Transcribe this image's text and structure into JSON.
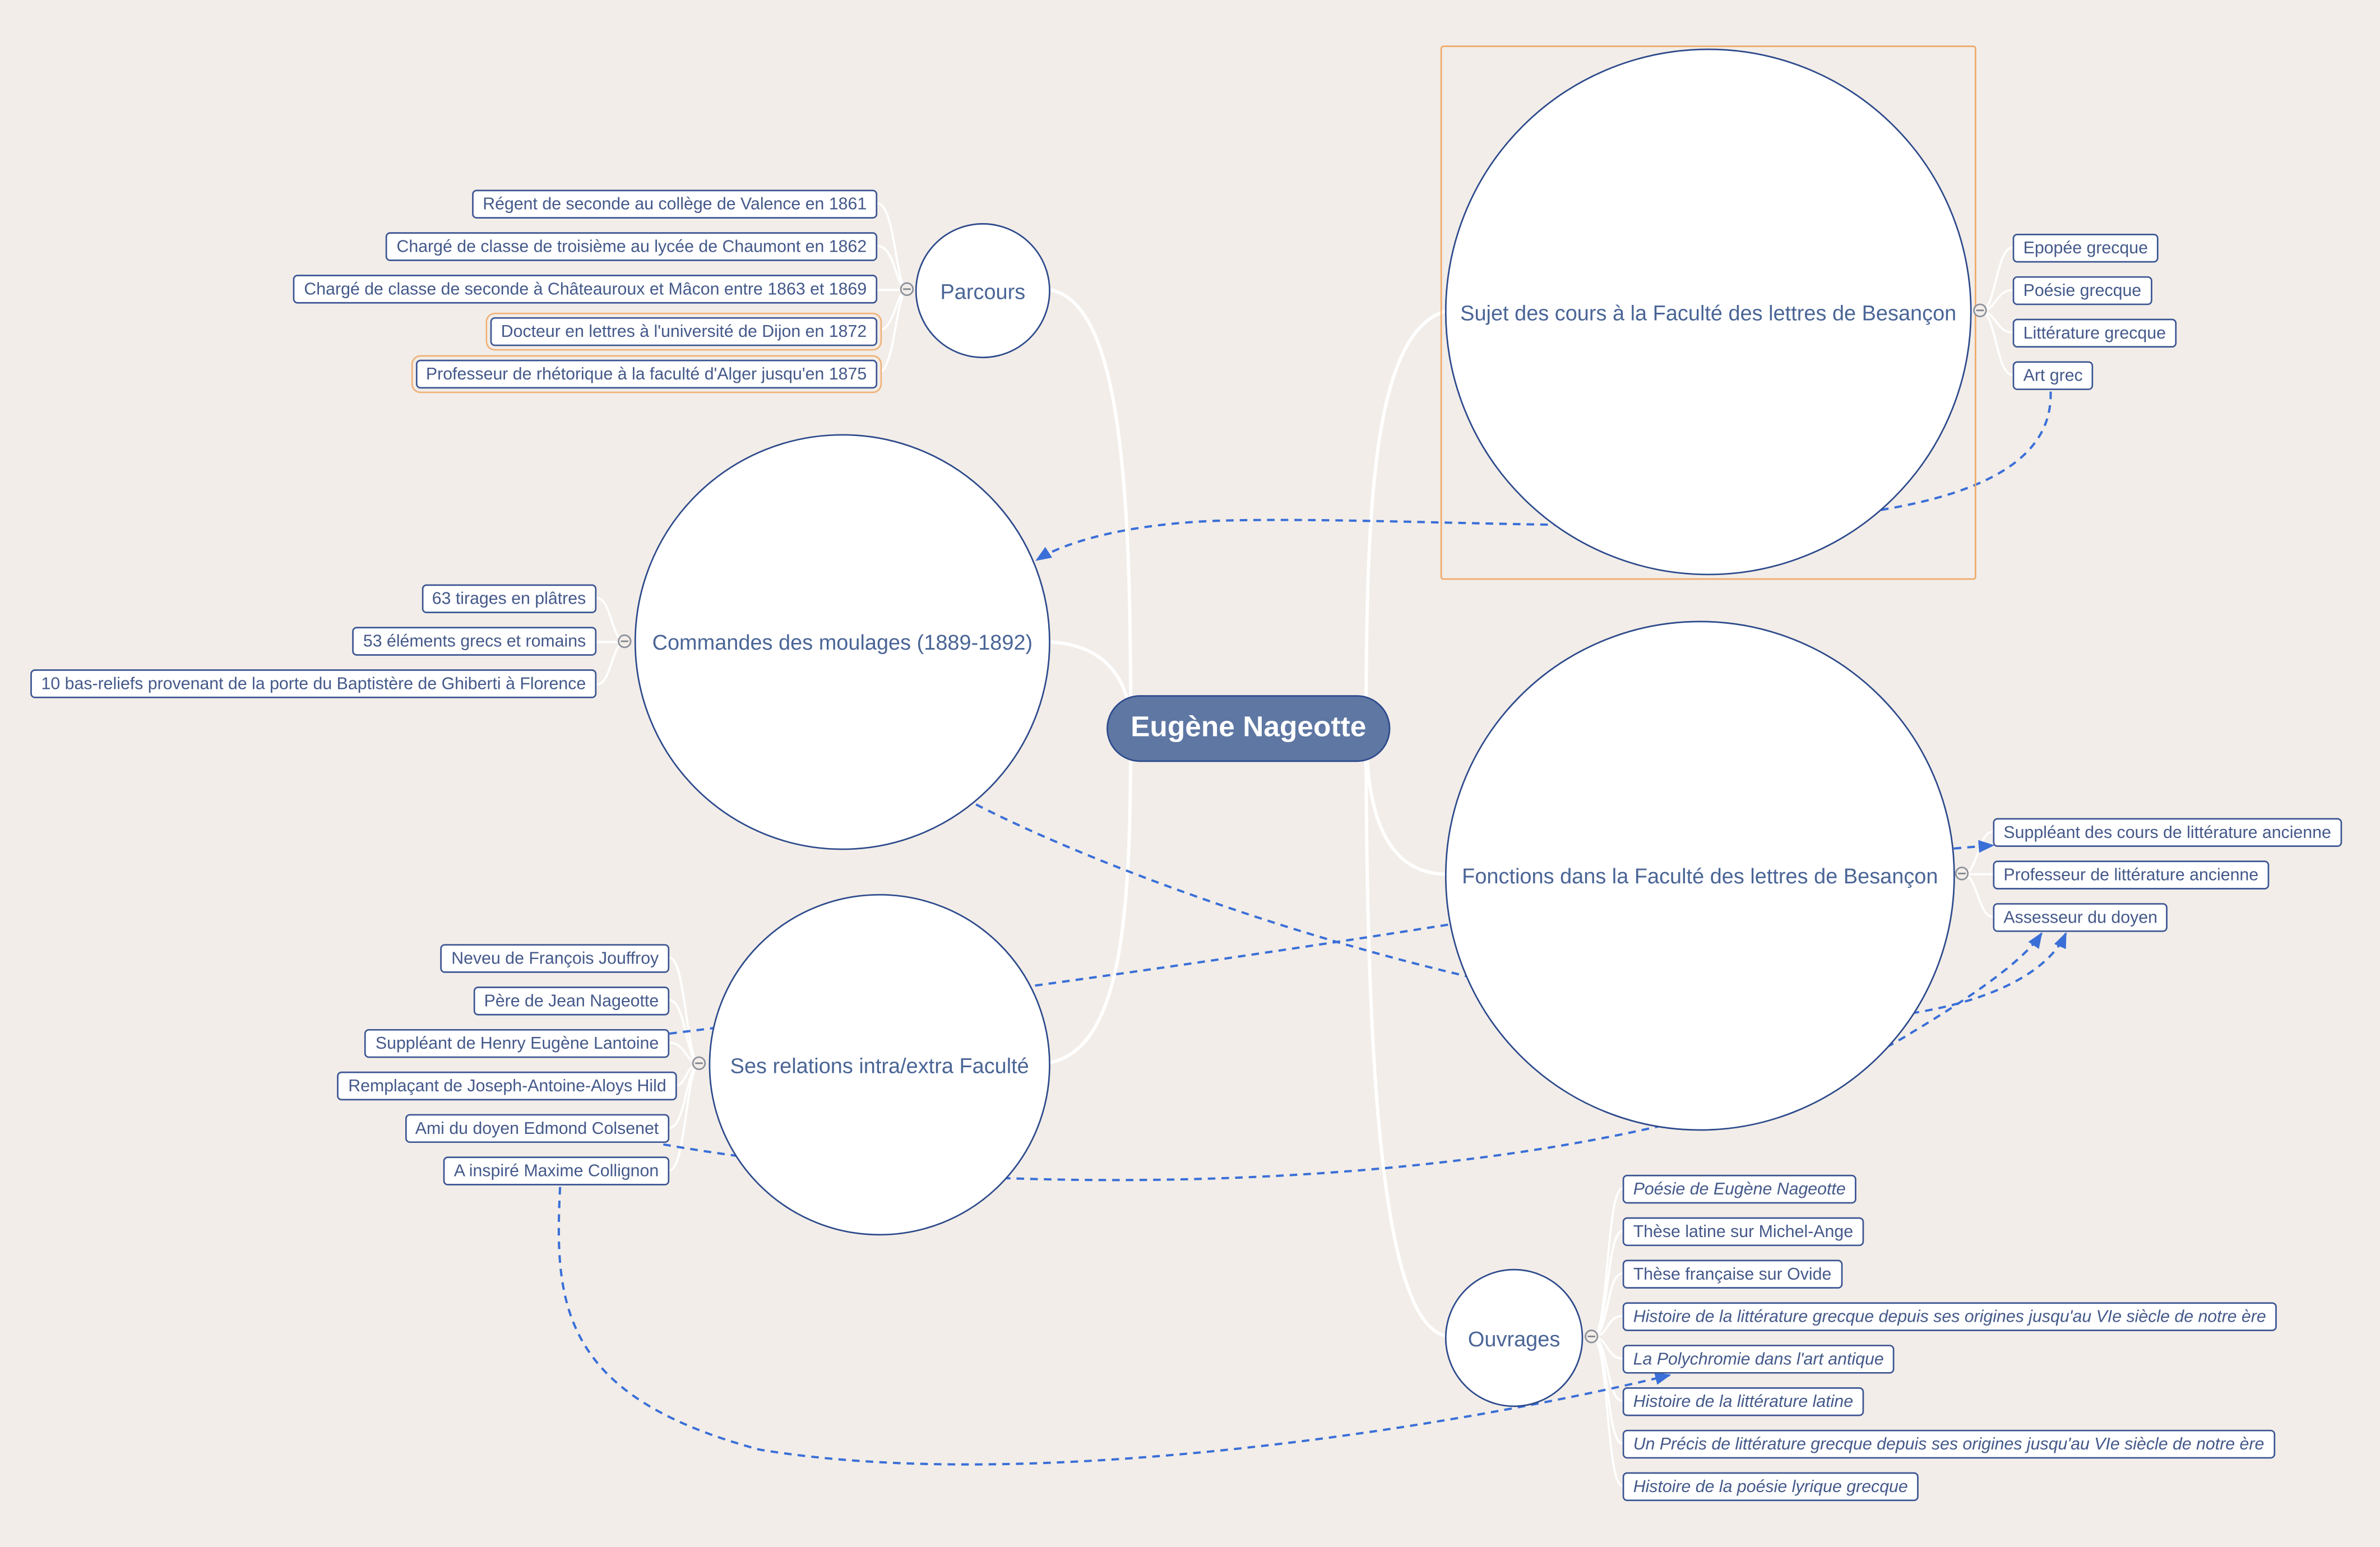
{
  "root": {
    "label": "Eugène Nageotte"
  },
  "branches": {
    "parcours": {
      "label": "Parcours",
      "items": [
        "Régent de seconde au collège de Valence en 1861",
        "Chargé de classe de troisième au lycée de Chaumont en 1862",
        "Chargé de classe de seconde à Châteauroux et Mâcon entre 1863 et 1869",
        "Docteur en lettres à l'université de Dijon en 1872",
        "Professeur de rhétorique à la faculté d'Alger jusqu'en 1875"
      ]
    },
    "moulages": {
      "label": "Commandes des moulages (1889-1892)",
      "items": [
        "63 tirages en plâtres",
        "53 éléments grecs et romains",
        "10 bas-reliefs provenant de la porte du Baptistère de Ghiberti à Florence"
      ]
    },
    "relations": {
      "label": "Ses relations intra/extra Faculté",
      "items": [
        "Neveu de François Jouffroy",
        "Père de Jean Nageotte",
        "Suppléant de Henry Eugène Lantoine",
        "Remplaçant de Joseph-Antoine-Aloys Hild",
        "Ami du doyen Edmond Colsenet",
        "A inspiré Maxime Collignon"
      ]
    },
    "cours": {
      "label": "Sujet des cours à la Faculté des lettres de Besançon",
      "items": [
        "Epopée grecque",
        "Poésie grecque",
        "Littérature grecque",
        "Art grec"
      ]
    },
    "fonctions": {
      "label": "Fonctions dans la Faculté des lettres de Besançon",
      "items": [
        "Suppléant des cours de littérature ancienne",
        "Professeur de littérature ancienne",
        "Assesseur du doyen"
      ]
    },
    "ouvrages": {
      "label": "Ouvrages",
      "items": [
        "Poésie de Eugène Nageotte",
        "Thèse latine sur Michel-Ange",
        "Thèse française sur Ovide",
        "Histoire de la littérature grecque depuis ses origines jusqu'au VIe siècle de notre ère",
        "La Polychromie dans l'art antique",
        "Histoire de la littérature latine",
        "Un Précis de littérature grecque depuis ses origines jusqu'au VIe siècle de notre ère",
        "Histoire de la poésie lyrique grecque"
      ]
    }
  },
  "colors": {
    "background": "#f2ede8",
    "node_border": "#2d4a8c",
    "root_fill": "#5e77a3",
    "text": "#4a6596",
    "relation_line": "#3a6fd8",
    "branch_line": "#ffffff",
    "selection": "#f0a968"
  }
}
